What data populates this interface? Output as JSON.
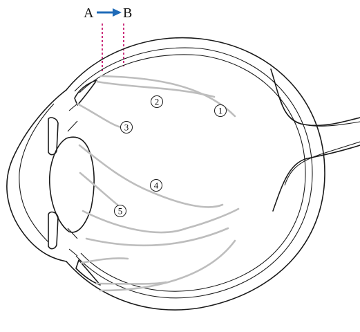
{
  "direction": {
    "start_label": "A",
    "end_label": "B",
    "arrow_color": "#1f6bb8",
    "marker_color": "#cc2f7c"
  },
  "markers": [
    {
      "name": "marker-1",
      "label": "1"
    },
    {
      "name": "marker-2",
      "label": "2"
    },
    {
      "name": "marker-3",
      "label": "3"
    },
    {
      "name": "marker-4",
      "label": "4"
    },
    {
      "name": "marker-5",
      "label": "5"
    }
  ]
}
